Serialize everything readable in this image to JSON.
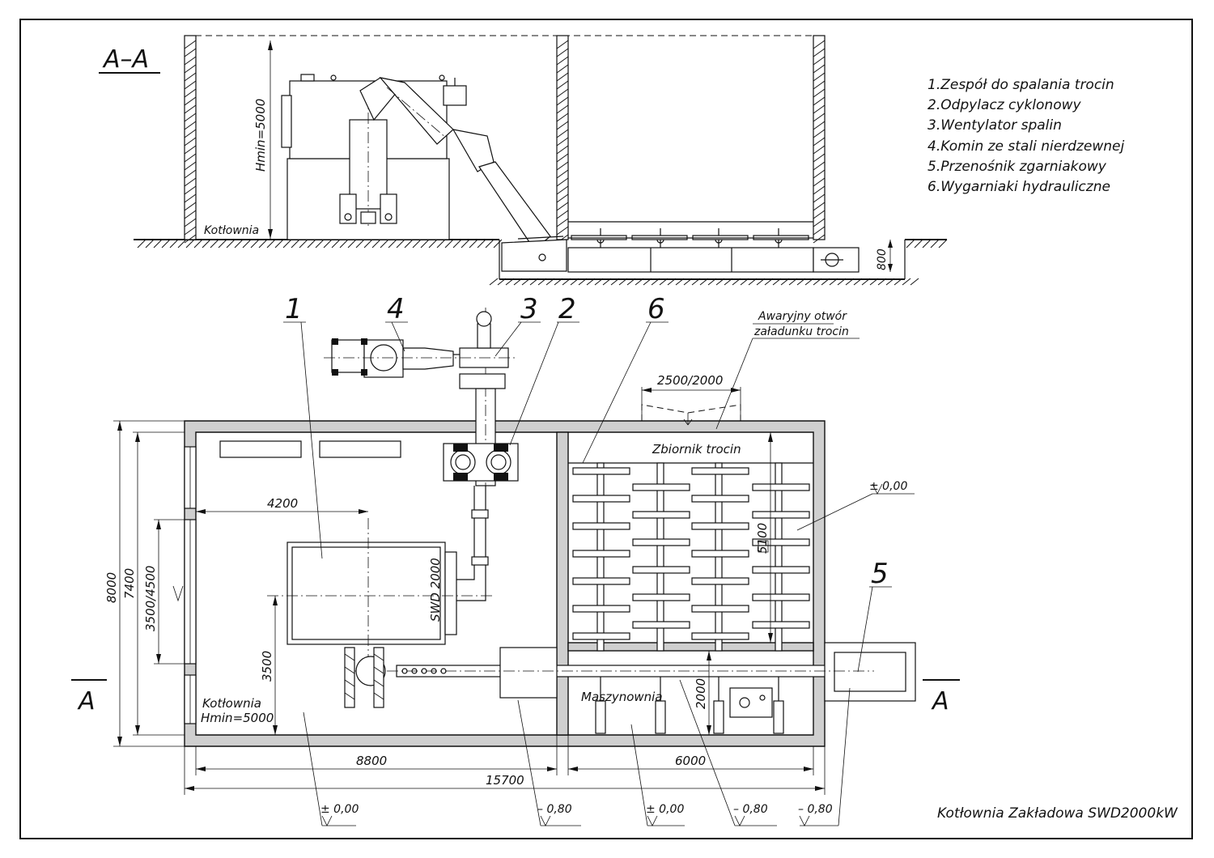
{
  "section": {
    "title": "A–A",
    "height_label": "Hmin=5000",
    "room_label": "Kotłownia",
    "depth_label": "800"
  },
  "legend": [
    "1.Zespół do spalania trocin",
    "2.Odpylacz cyklonowy",
    "3.Wentylator spalin",
    "4.Komin ze stali nierdzewnej",
    "5.Przenośnik zgarniakowy",
    "6.Wygarniaki hydrauliczne"
  ],
  "callouts": [
    "1",
    "2",
    "3",
    "4",
    "5",
    "6"
  ],
  "plan": {
    "emergency_opening_line1": "Awaryjny otwór",
    "emergency_opening_line2": "załadunku trocin",
    "opening_dim": "2500/2000",
    "silo_label": "Zbiornik trocin",
    "boiler_label": "SWD 2000",
    "boiler_room_label": "Kotłownia",
    "boiler_room_height": "Hmin=5000",
    "machine_room_label": "Maszynownia",
    "section_marker": "A",
    "dims": {
      "d4200": "4200",
      "d8000": "8000",
      "d7400": "7400",
      "d3500_4500": "3500/4500",
      "d3500": "3500",
      "d5100": "5100",
      "d2000": "2000",
      "d8800": "8800",
      "d6000": "6000",
      "d15700": "15700"
    },
    "levels": {
      "zero": "± 0,00",
      "minus": "– 0,80"
    }
  },
  "title_block": "Kotłownia Zakładowa SWD2000kW"
}
